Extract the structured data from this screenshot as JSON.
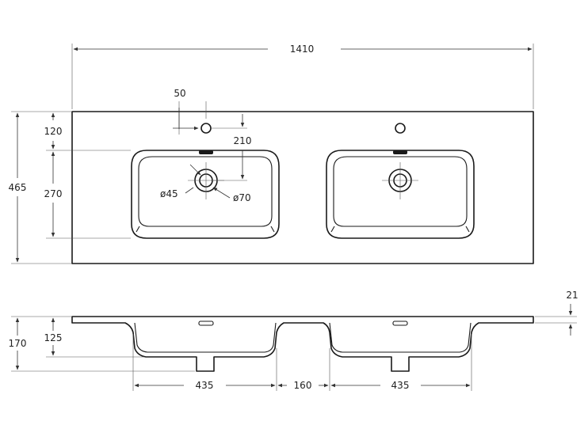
{
  "dimensions": {
    "total_width": "1410",
    "total_depth": "465",
    "edge_to_tap_hole": "120",
    "bowl_depth": "270",
    "tap_hole_offset": "50",
    "tap_to_drain": "210",
    "drain_inner_diameter": "ø45",
    "drain_outer_diameter": "ø70",
    "slab_thickness": "21",
    "overall_height": "170",
    "bowl_height": "125",
    "bowl_width_left": "435",
    "bowl_gap": "160",
    "bowl_width_right": "435"
  }
}
